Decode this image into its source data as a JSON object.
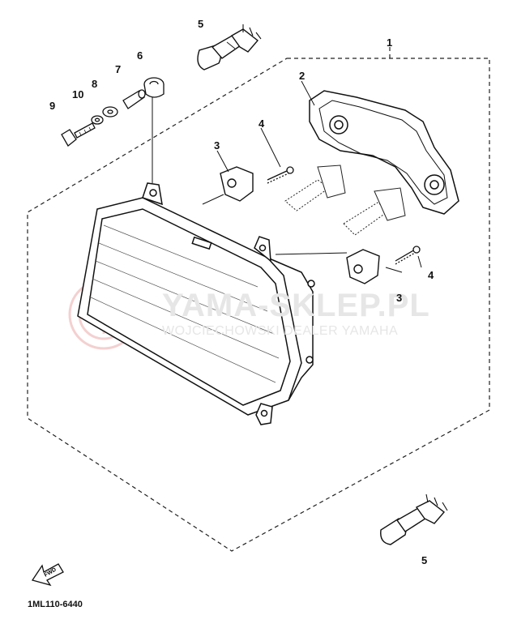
{
  "diagram": {
    "callouts": [
      {
        "id": "1",
        "label": "1"
      },
      {
        "id": "2",
        "label": "2"
      },
      {
        "id": "3a",
        "label": "3"
      },
      {
        "id": "3b",
        "label": "3"
      },
      {
        "id": "4a",
        "label": "4"
      },
      {
        "id": "4b",
        "label": "4"
      },
      {
        "id": "5a",
        "label": "5"
      },
      {
        "id": "5b",
        "label": "5"
      },
      {
        "id": "6",
        "label": "6"
      },
      {
        "id": "7",
        "label": "7"
      },
      {
        "id": "8",
        "label": "8"
      },
      {
        "id": "9",
        "label": "9"
      },
      {
        "id": "10",
        "label": "10"
      }
    ],
    "watermark": {
      "main": "YAMA-SKLEP.PL",
      "sub": "WOJCIECHOWSKI DEALER YAMAHA"
    },
    "arrow_label": "FWD",
    "diagram_code": "1ML110-6440"
  }
}
